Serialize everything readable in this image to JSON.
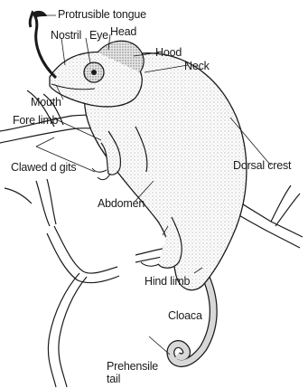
{
  "labels": {
    "protrusible_tongue": "Protrusible tongue",
    "nostril": "Nostril",
    "eye": "Eye",
    "head": "Head",
    "hood": "Hood",
    "neck": "Neck",
    "mouth": "Mouth",
    "fore_limb": "Fore limb",
    "dorsal_crest": "Dorsal crest",
    "clawed_digits": "Clawed d gits",
    "abdomen": "Abdomen",
    "hind_limb": "Hind limb",
    "cloaca": "Cloaca",
    "prehensile_1": "Prehensile",
    "prehensile_2": "tail"
  },
  "colors": {
    "ink": "#1a1a1a",
    "shade": "#bdbdbd",
    "paper": "#ffffff"
  }
}
